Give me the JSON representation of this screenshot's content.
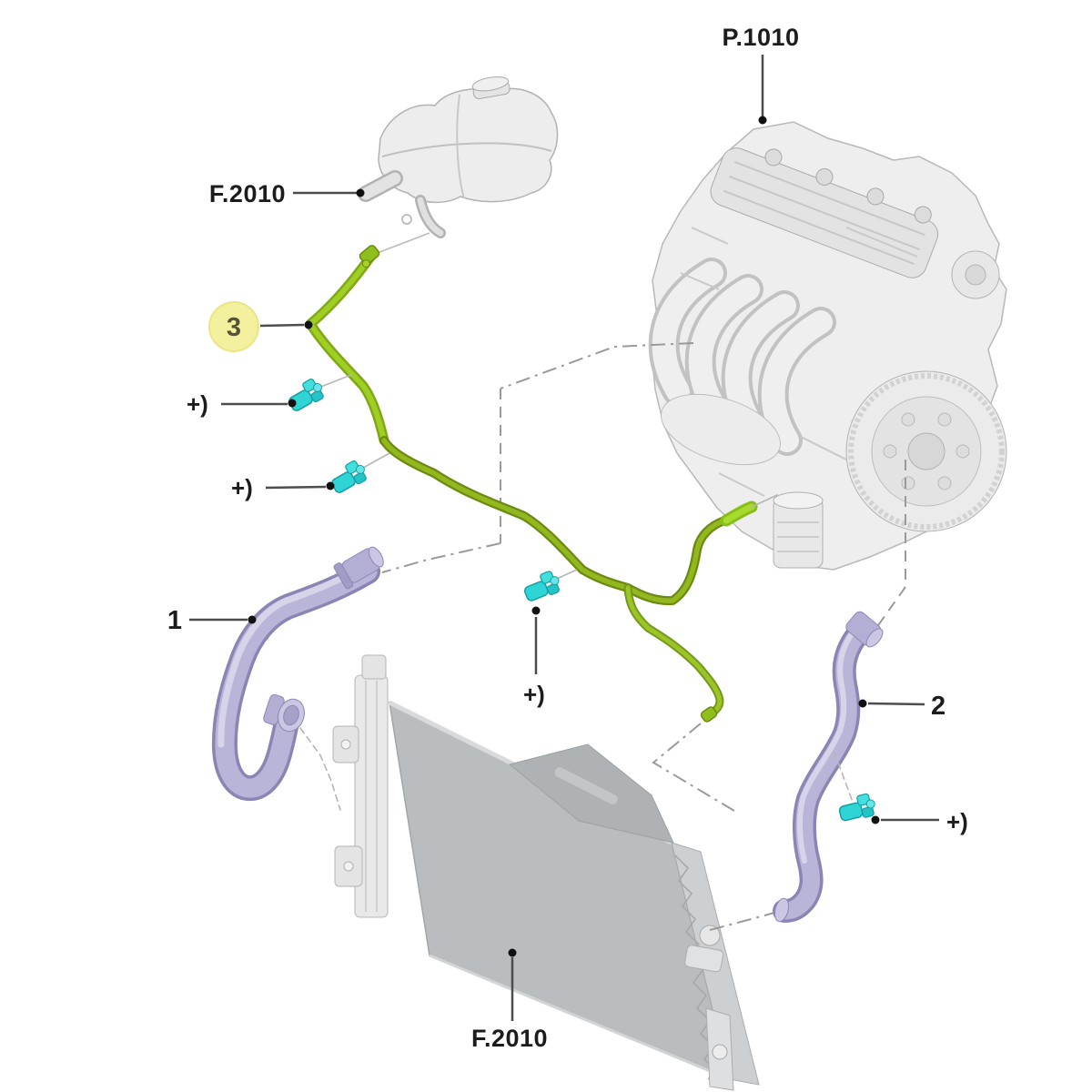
{
  "figure": {
    "type": "parts-diagram",
    "callouts": {
      "expansion_tank_ref": "F.2010",
      "engine_ref": "P.1010",
      "radiator_ref": "F.2010",
      "hose1_num": "1",
      "hose2_num": "2",
      "hose3_num": "3",
      "clip_symbol": "+)"
    },
    "colors": {
      "hose3_green_dark": "#6b8a10",
      "hose3_green_light": "#9fce25",
      "hose_purple_light": "#b9b5d8",
      "hose_purple_dark": "#8a86b4",
      "clip_cyan": "#2fd4d4",
      "callout_highlight_yellow": "#f3f09e",
      "radiator_gray": "#b9bdbf",
      "metal_gray": "#ececec",
      "leader_line_gray": "#4d4d4d",
      "guide_line_gray": "#9a9a9a"
    }
  }
}
